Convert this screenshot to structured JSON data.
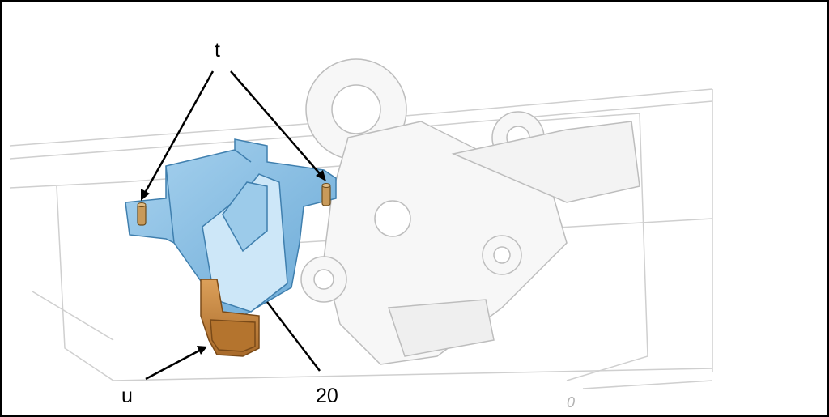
{
  "callouts": {
    "t": "t",
    "u": "u",
    "part_number": "20"
  },
  "panel_marking": "0",
  "colors": {
    "bracket": "#8ec3e6",
    "bracket_shadow": "#5a9cc9",
    "connector": "#c8883c",
    "connector_dark": "#8a5a22",
    "stud": "#c89a5a",
    "panel_line": "#c8c8c8",
    "outline": "#000000"
  }
}
